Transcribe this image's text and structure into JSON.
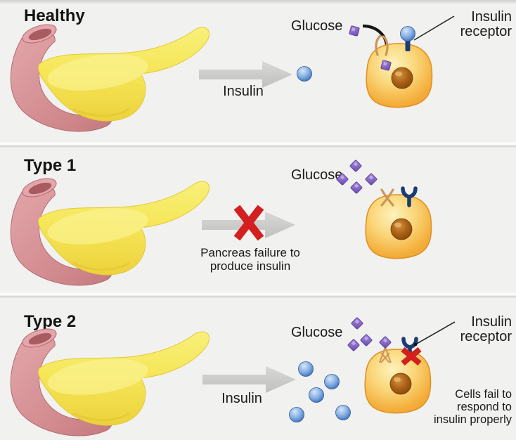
{
  "panels": [
    {
      "title": "Healthy",
      "glucose_label": "Glucose",
      "insulin_label": "Insulin",
      "receptor_label": "Insulin\nreceptor"
    },
    {
      "title": "Type 1",
      "glucose_label": "Glucose",
      "failure_caption": "Pancreas failure to\nproduce insulin"
    },
    {
      "title": "Type 2",
      "glucose_label": "Glucose",
      "insulin_label": "Insulin",
      "receptor_label": "Insulin\nreceptor",
      "note": "Cells fail to\nrespond to\ninsulin properly"
    }
  ],
  "colors": {
    "background": "#F1F1EF",
    "pancreas_yellow": "#F5E556",
    "duodenum_pink": "#D58F93",
    "cell_orange": "#F4AF3D",
    "nucleus_brown": "#8A4A12",
    "insulin_blue": "#4678C2",
    "glucose_purple": "#7A5BC0",
    "receptor_navy": "#1B3B72",
    "channel_tan": "#CE9558",
    "arrow_gray": "#C9C9C8",
    "blocked_red": "#D31F20",
    "text_black": "#1A1A1A"
  },
  "icons": {
    "pancreas-icon": "yellow pancreas gland with pink duodenum",
    "arrow-right-icon": "large gray right-pointing arrow",
    "insulin-ball-icon": "blue sphere (insulin)",
    "glucose-icon": "purple diamond (glucose molecule)",
    "cell-icon": "orange body cell with brown nucleus",
    "insulin-receptor-icon": "navy Y-shaped receptor",
    "glucose-channel-icon": "tan membrane channel",
    "blocked-x-icon": "red X (blocked)",
    "curved-arrow-icon": "black curved arrow of glucose entering cell",
    "pointer-line-icon": "thin label pointer line"
  }
}
